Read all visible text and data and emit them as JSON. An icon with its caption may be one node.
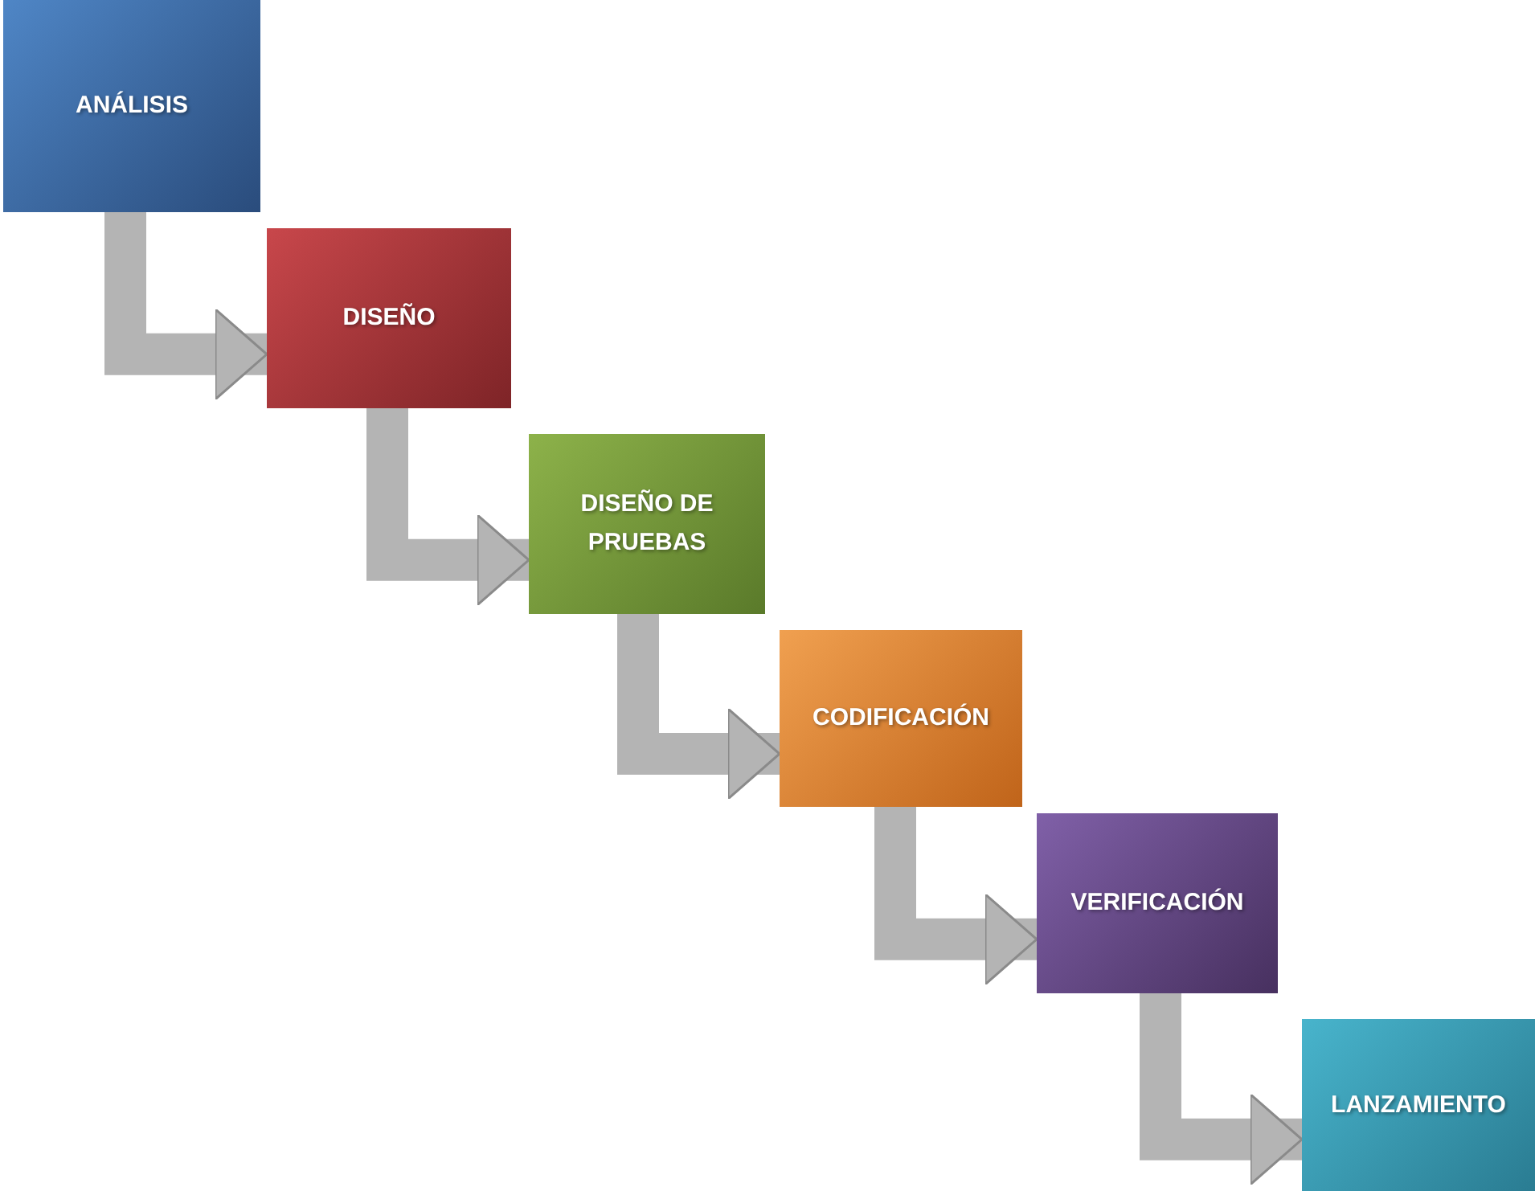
{
  "diagram": {
    "nodes": [
      {
        "text": [
          "ANÁLISIS"
        ]
      },
      {
        "text": [
          "DISEÑO"
        ]
      },
      {
        "text": [
          "DISEÑO DE PRUEBAS"
        ]
      },
      {
        "text": [
          "CODIFICACIÓN"
        ]
      },
      {
        "text": [
          "VERIFICACIÓN"
        ]
      },
      {
        "text": [
          "LANZAMIENTO"
        ]
      }
    ],
    "edges": [
      {
        "from": 0,
        "to": 1,
        "arrow": "to"
      },
      {
        "from": 1,
        "to": 2,
        "arrow": "to"
      },
      {
        "from": 2,
        "to": 3,
        "arrow": "to"
      },
      {
        "from": 3,
        "to": 4,
        "arrow": "to"
      },
      {
        "from": 4,
        "to": 5,
        "arrow": "to"
      }
    ]
  }
}
